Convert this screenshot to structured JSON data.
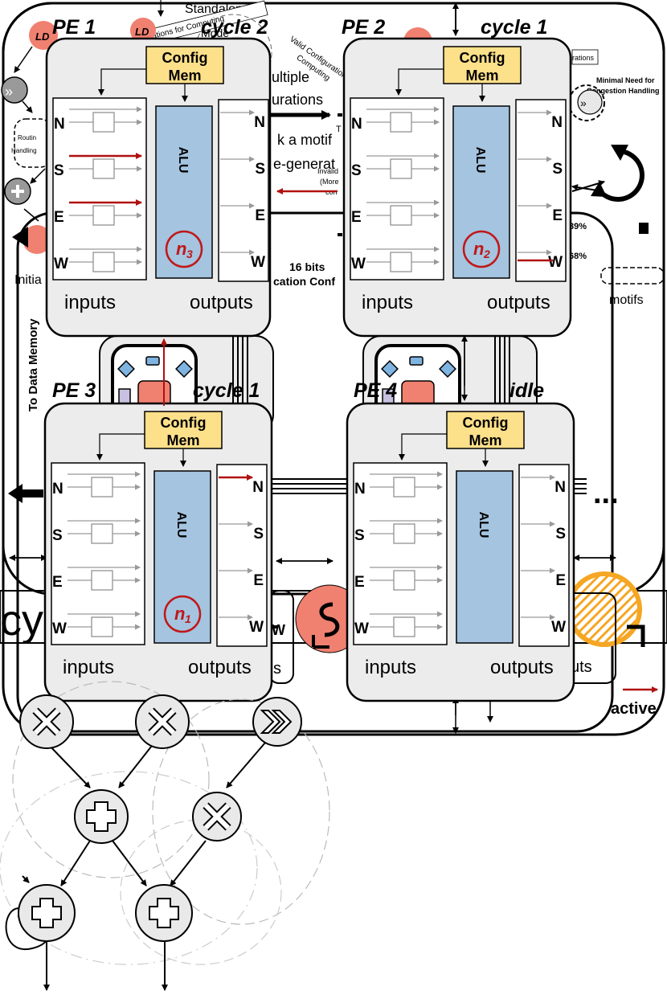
{
  "pes": [
    {
      "title": "PE 1",
      "status": "cycle 2",
      "config": [
        "Config",
        "Mem"
      ],
      "alu": "ALU",
      "node": "n",
      "node_sub": "3"
    },
    {
      "title": "PE 2",
      "status": "cycle 1",
      "config": [
        "Config",
        "Mem"
      ],
      "alu": "ALU",
      "node": "n",
      "node_sub": "2"
    },
    {
      "title": "PE 3",
      "status": "cycle 1",
      "config": [
        "Config",
        "Mem"
      ],
      "alu": "ALU",
      "node": "n",
      "node_sub": "1"
    },
    {
      "title": "PE 4",
      "status": "idle",
      "config": [
        "Config",
        "Mem"
      ],
      "alu": "ALU",
      "node": "",
      "node_sub": ""
    }
  ],
  "ports": [
    "N",
    "S",
    "E",
    "W"
  ],
  "labels": {
    "inputs": "inputs",
    "outputs": "outputs",
    "outputs_partial": "uts",
    "outputs_partial_left": "s",
    "data_memory": "To Data Memory",
    "active": "active",
    "motifs": "motifs",
    "ellipsis": "...",
    "cyc": "cyc",
    "ld": "LD"
  },
  "background_text": {
    "standalone": "Standalone",
    "mode": "Mode",
    "valid_configs": "Valid Configurations",
    "computing": "Computing",
    "configs_for_computing": "ations for Computing",
    "multiple": "ultiple",
    "configurations": "urations",
    "pick_motif": "k a motif",
    "pregenerated": "e-generat",
    "routing": "Routin",
    "handling": "Handling",
    "invalid": "Invalid",
    "more": "(More",
    "con": "con",
    "t": "T",
    "rations": "rations",
    "minimal_need": "Minimal Need for",
    "congestion": "Congestion Handling",
    "pct1": "39%",
    "pct2": "68%",
    "bits": "16 bits",
    "cation_conf": "cation Conf",
    "initi": "Initia"
  }
}
